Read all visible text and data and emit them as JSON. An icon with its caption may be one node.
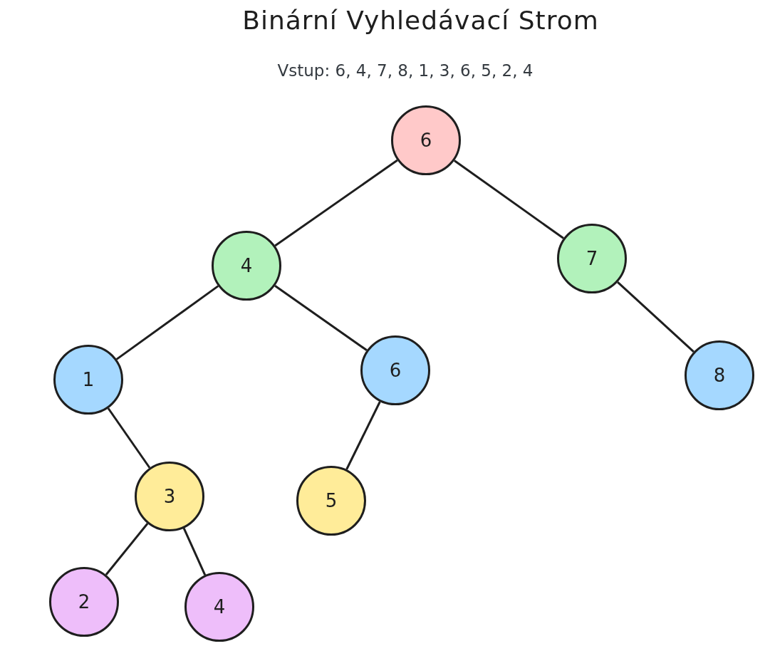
{
  "diagram": {
    "title": "Binární Vyhledávací Strom",
    "nodes": [
      {
        "text": [
          "6"
        ]
      },
      {
        "text": [
          "4"
        ]
      },
      {
        "text": [
          "7"
        ]
      },
      {
        "text": [
          "1"
        ]
      },
      {
        "text": [
          "6"
        ]
      },
      {
        "text": [
          "8"
        ]
      },
      {
        "text": [
          "3"
        ]
      },
      {
        "text": [
          "5"
        ]
      },
      {
        "text": [
          "2"
        ]
      },
      {
        "text": [
          "4"
        ]
      }
    ],
    "edges": [
      {
        "from": 0,
        "to": 1,
        "arrow": "none"
      },
      {
        "from": 0,
        "to": 2,
        "arrow": "none"
      },
      {
        "from": 1,
        "to": 3,
        "arrow": "none"
      },
      {
        "from": 1,
        "to": 4,
        "arrow": "none"
      },
      {
        "from": 2,
        "to": 5,
        "arrow": "none"
      },
      {
        "from": 3,
        "to": 6,
        "arrow": "none"
      },
      {
        "from": 4,
        "to": 7,
        "arrow": "none"
      },
      {
        "from": 6,
        "to": 8,
        "arrow": "none"
      },
      {
        "from": 6,
        "to": 9,
        "arrow": "none"
      }
    ],
    "labels": [
      "Vstup: 6, 4, 7, 8, 1, 3, 6, 5, 2, 4"
    ]
  }
}
